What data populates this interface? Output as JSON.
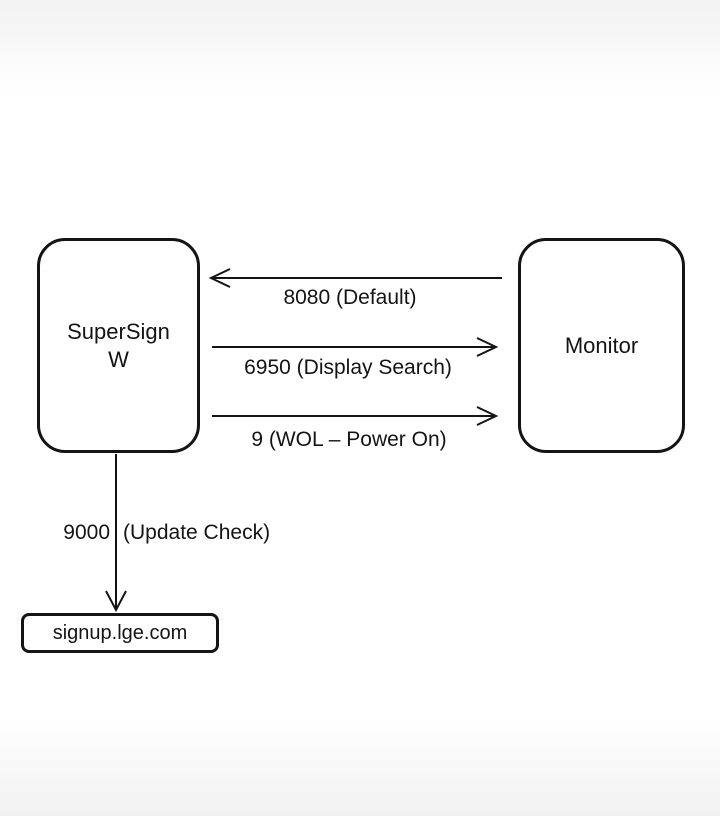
{
  "page": {
    "background_top_color": "#f2f2f3",
    "background_bottom_color": "#f1f1f2",
    "ink_color": "#141414"
  },
  "diagram": {
    "nodes": {
      "supersign": {
        "line1": "SuperSign",
        "line2": "W"
      },
      "monitor": {
        "label": "Monitor"
      },
      "signup": {
        "label": "signup.lge.com"
      }
    },
    "connections": {
      "c8080": {
        "label": "8080 (Default)",
        "from": "Monitor",
        "to": "SuperSign W",
        "direction": "left"
      },
      "c6950": {
        "label": "6950 (Display Search)",
        "from": "SuperSign W",
        "to": "Monitor",
        "direction": "right"
      },
      "c9": {
        "label": "9 (WOL – Power On)",
        "from": "SuperSign W",
        "to": "Monitor",
        "direction": "right"
      },
      "c9000": {
        "port": "9000",
        "note": "(Update Check)",
        "from": "SuperSign W",
        "to": "signup.lge.com",
        "direction": "down"
      }
    }
  }
}
